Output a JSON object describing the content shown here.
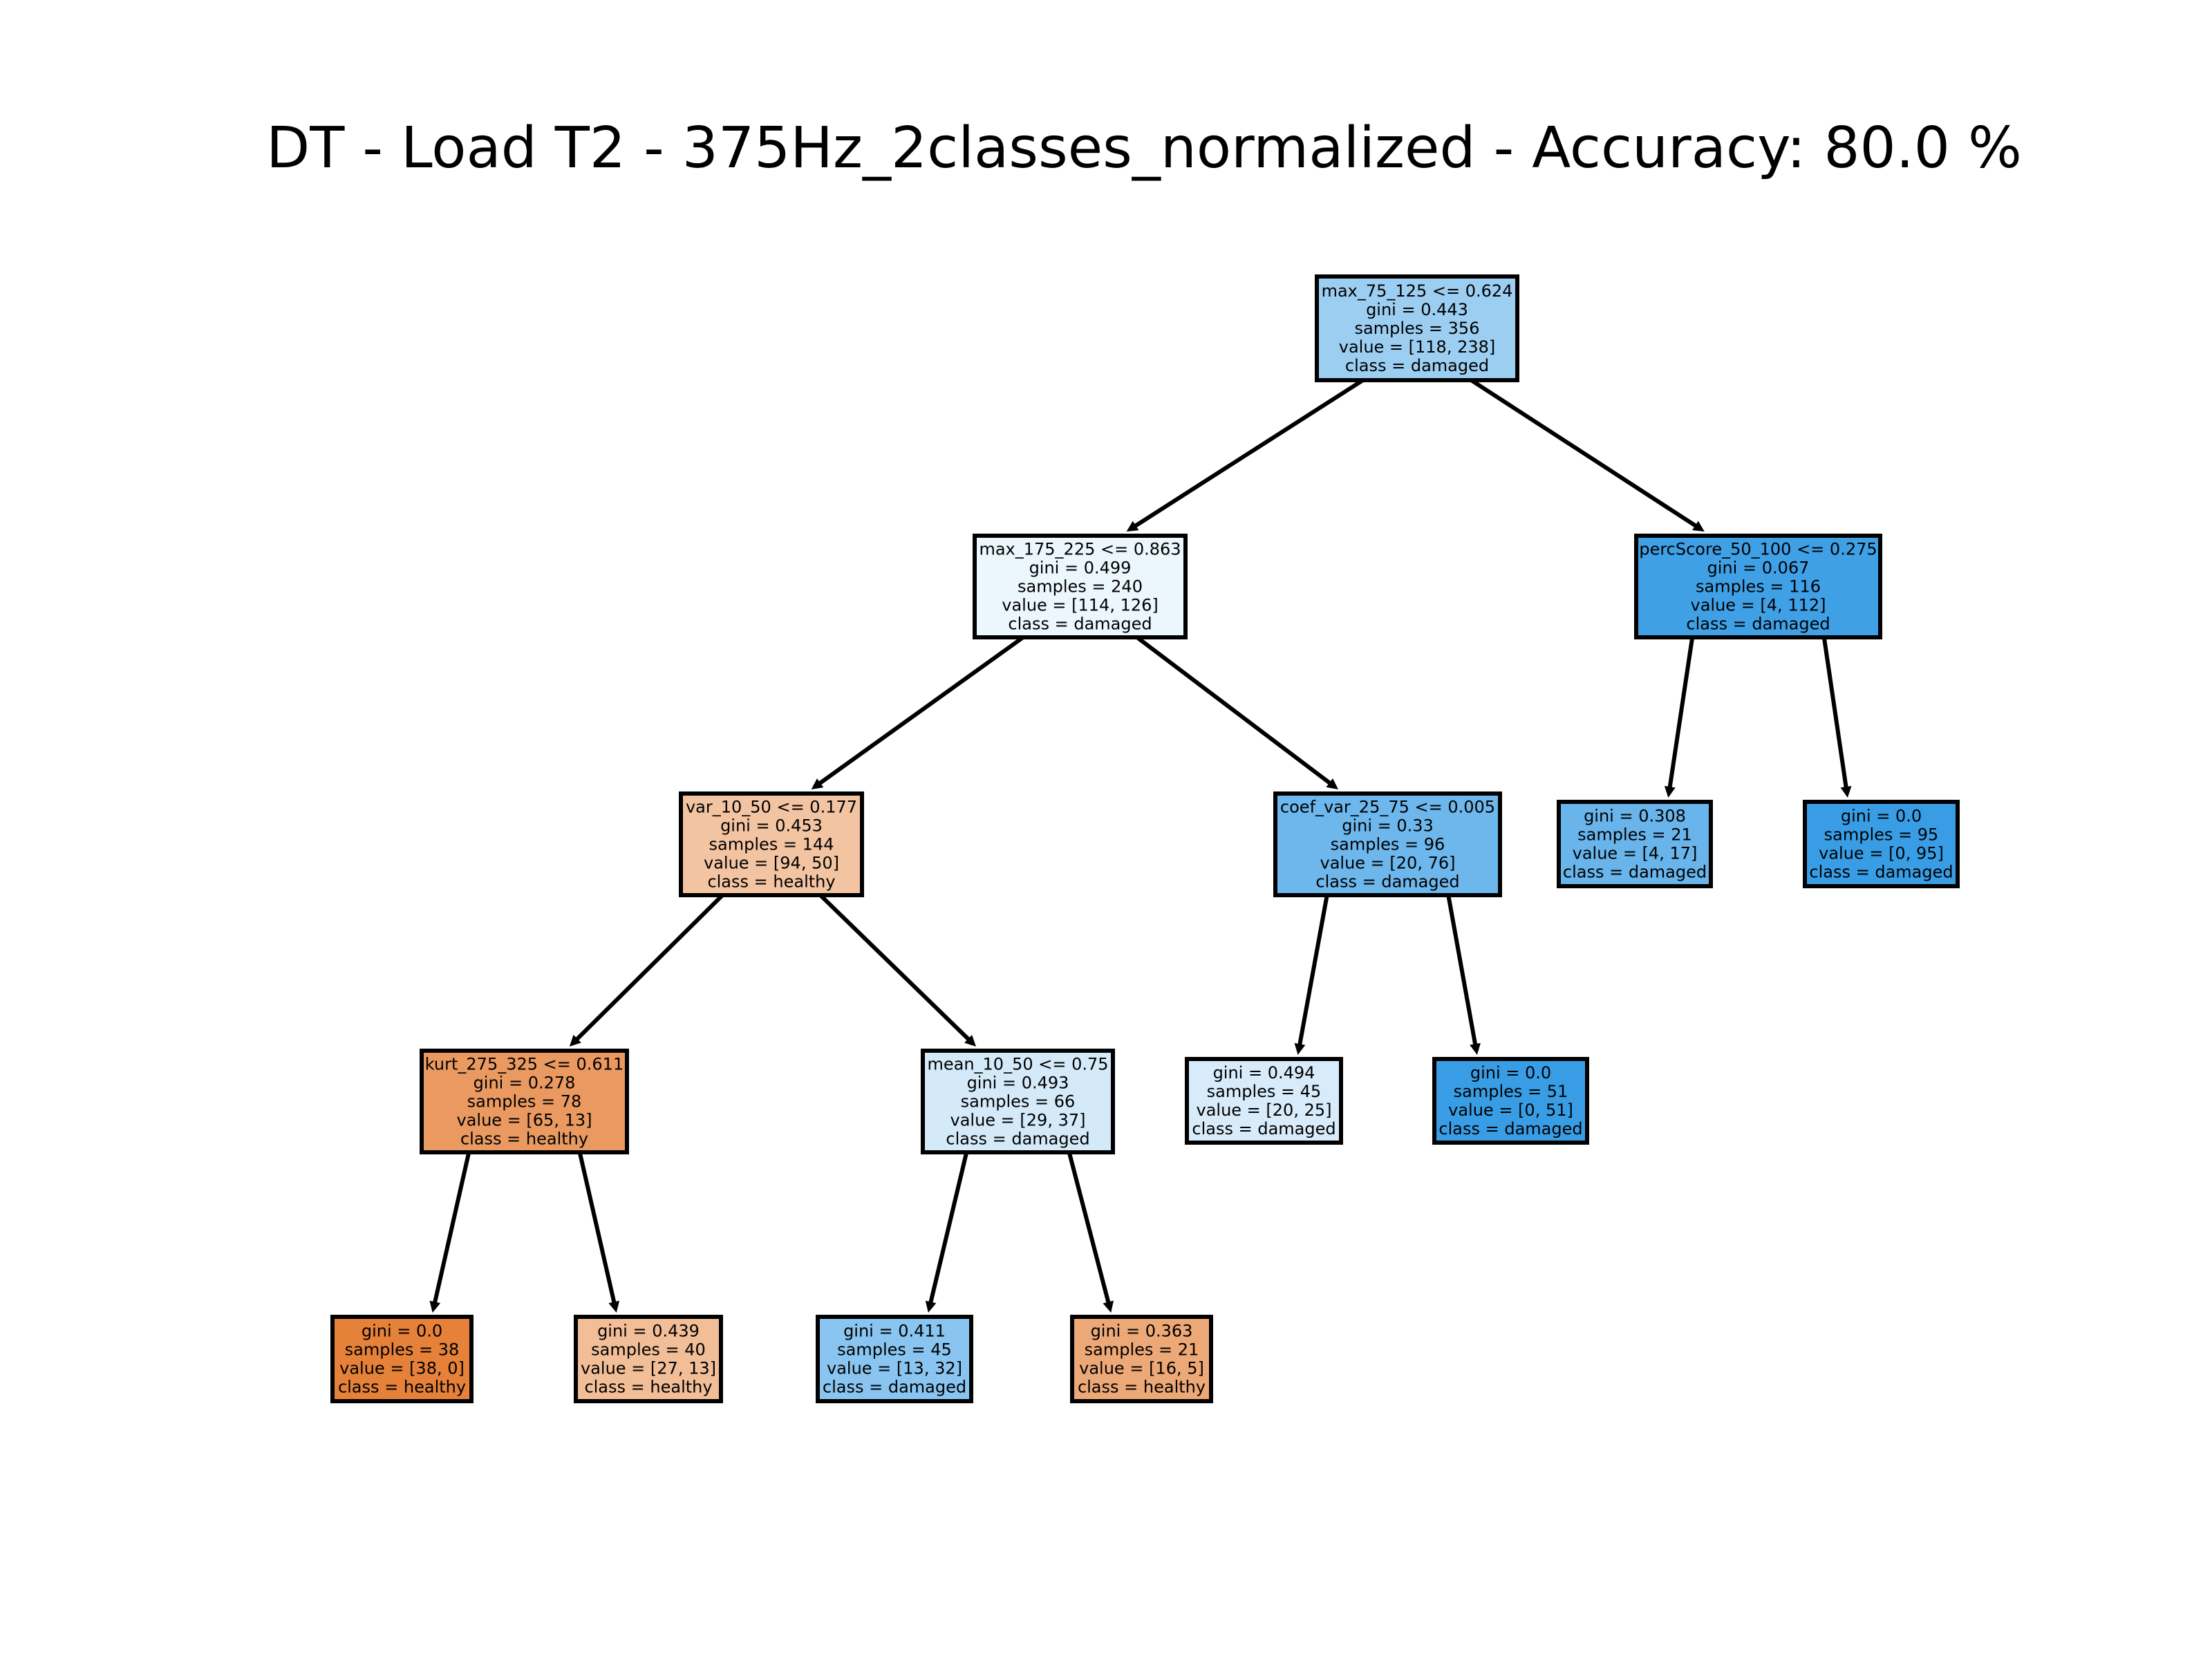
{
  "title": "DT - Load T2 - 375Hz_2classes_normalized - Accuracy: 80.0 %",
  "colors": {
    "healthy": "#e58139",
    "damaged": "#399de5"
  },
  "nodes": [
    {
      "id": "n0",
      "lines": [
        "max_75_125 <= 0.624",
        "gini = 0.443",
        "samples = 356",
        "value = [118, 238]",
        "class = damaged"
      ],
      "fill": "#9ccef2"
    },
    {
      "id": "n1",
      "lines": [
        "max_175_225 <= 0.863",
        "gini = 0.499",
        "samples = 240",
        "value = [114, 126]",
        "class = damaged"
      ],
      "fill": "#ecf6fd"
    },
    {
      "id": "n2",
      "lines": [
        "var_10_50 <= 0.177",
        "gini = 0.453",
        "samples = 144",
        "value = [94, 50]",
        "class = healthy"
      ],
      "fill": "#f3c4a2"
    },
    {
      "id": "n3",
      "lines": [
        "kurt_275_325 <= 0.611",
        "gini = 0.278",
        "samples = 78",
        "value = [65, 13]",
        "class = healthy"
      ],
      "fill": "#ea9a61"
    },
    {
      "id": "n4",
      "lines": [
        "gini = 0.0",
        "samples = 38",
        "value = [38, 0]",
        "class = healthy"
      ],
      "fill": "#e58139"
    },
    {
      "id": "n5",
      "lines": [
        "gini = 0.439",
        "samples = 40",
        "value = [27, 13]",
        "class = healthy"
      ],
      "fill": "#f2be98"
    },
    {
      "id": "n6",
      "lines": [
        "mean_10_50 <= 0.75",
        "gini = 0.493",
        "samples = 66",
        "value = [29, 37]",
        "class = damaged"
      ],
      "fill": "#d4eaf9"
    },
    {
      "id": "n7",
      "lines": [
        "gini = 0.411",
        "samples = 45",
        "value = [13, 32]",
        "class = damaged"
      ],
      "fill": "#89c5f0"
    },
    {
      "id": "n8",
      "lines": [
        "gini = 0.363",
        "samples = 21",
        "value = [16, 5]",
        "class = healthy"
      ],
      "fill": "#eda877"
    },
    {
      "id": "n9",
      "lines": [
        "coef_var_25_75 <= 0.005",
        "gini = 0.33",
        "samples = 96",
        "value = [20, 76]",
        "class = damaged"
      ],
      "fill": "#6db7ec"
    },
    {
      "id": "n10",
      "lines": [
        "gini = 0.494",
        "samples = 45",
        "value = [20, 25]",
        "class = damaged"
      ],
      "fill": "#d7ebfa"
    },
    {
      "id": "n11",
      "lines": [
        "gini = 0.0",
        "samples = 51",
        "value = [0, 51]",
        "class = damaged"
      ],
      "fill": "#399de5"
    },
    {
      "id": "n12",
      "lines": [
        "percScore_50_100 <= 0.275",
        "gini = 0.067",
        "samples = 116",
        "value = [4, 112]",
        "class = damaged"
      ],
      "fill": "#40a0e6"
    },
    {
      "id": "n13",
      "lines": [
        "gini = 0.308",
        "samples = 21",
        "value = [4, 17]",
        "class = damaged"
      ],
      "fill": "#68b4eb"
    },
    {
      "id": "n14",
      "lines": [
        "gini = 0.0",
        "samples = 95",
        "value = [0, 95]",
        "class = damaged"
      ],
      "fill": "#399de5"
    }
  ],
  "edges": [
    [
      "n0",
      "n1"
    ],
    [
      "n0",
      "n12"
    ],
    [
      "n1",
      "n2"
    ],
    [
      "n1",
      "n9"
    ],
    [
      "n2",
      "n3"
    ],
    [
      "n2",
      "n6"
    ],
    [
      "n3",
      "n4"
    ],
    [
      "n3",
      "n5"
    ],
    [
      "n6",
      "n7"
    ],
    [
      "n6",
      "n8"
    ],
    [
      "n9",
      "n10"
    ],
    [
      "n9",
      "n11"
    ],
    [
      "n12",
      "n13"
    ],
    [
      "n12",
      "n14"
    ]
  ]
}
